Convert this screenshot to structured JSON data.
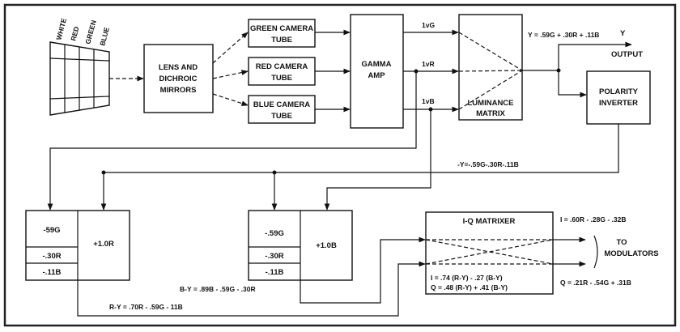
{
  "scene": {
    "spectrum_labels": [
      "WHITE",
      "RED",
      "GREEN",
      "BLUE"
    ],
    "lens": [
      "LENS AND",
      "DICHROIC",
      "MIRRORS"
    ],
    "green_tube": [
      "GREEN CAMERA",
      "TUBE"
    ],
    "red_tube": [
      "RED CAMERA",
      "TUBE"
    ],
    "blue_tube": [
      "BLUE CAMERA",
      "TUBE"
    ],
    "gamma": [
      "GAMMA",
      "AMP"
    ],
    "lum": [
      "LUMINANCE",
      "MATRIX"
    ],
    "polarity": [
      "POLARITY",
      "INVERTER"
    ],
    "sig_vg": "1vG",
    "sig_vr": "1vR",
    "sig_vb": "1vB",
    "y_eq": "Y = .59G + .30R + .11B",
    "y_out": [
      "Y",
      "OUTPUT"
    ],
    "neg_y": "-Y=-.59G-.30R-.11B",
    "ry_box": {
      "top": "-59G",
      "mid": "-.30R",
      "bot": "-.11B",
      "side": "+1.0R"
    },
    "by_box": {
      "top": "-.59G",
      "mid": "-.30R",
      "bot": "-.11B",
      "side": "+1.0B"
    },
    "iq_title": "I-Q MATRIXER",
    "iq_i": "I = .74 (R-Y)  - .27 (B-Y)",
    "iq_q": "Q = .48 (R-Y)  + .41 (B-Y)",
    "i_eq": "I = .60R - .28G - .32B",
    "q_eq": "Q = .21R - .54G + .31B",
    "to_mod": [
      "TO",
      "MODULATORS"
    ],
    "by_eq": "B-Y = .89B - .59G - .30R",
    "ry_eq": "R-Y = .70R - .59G - 11B"
  }
}
